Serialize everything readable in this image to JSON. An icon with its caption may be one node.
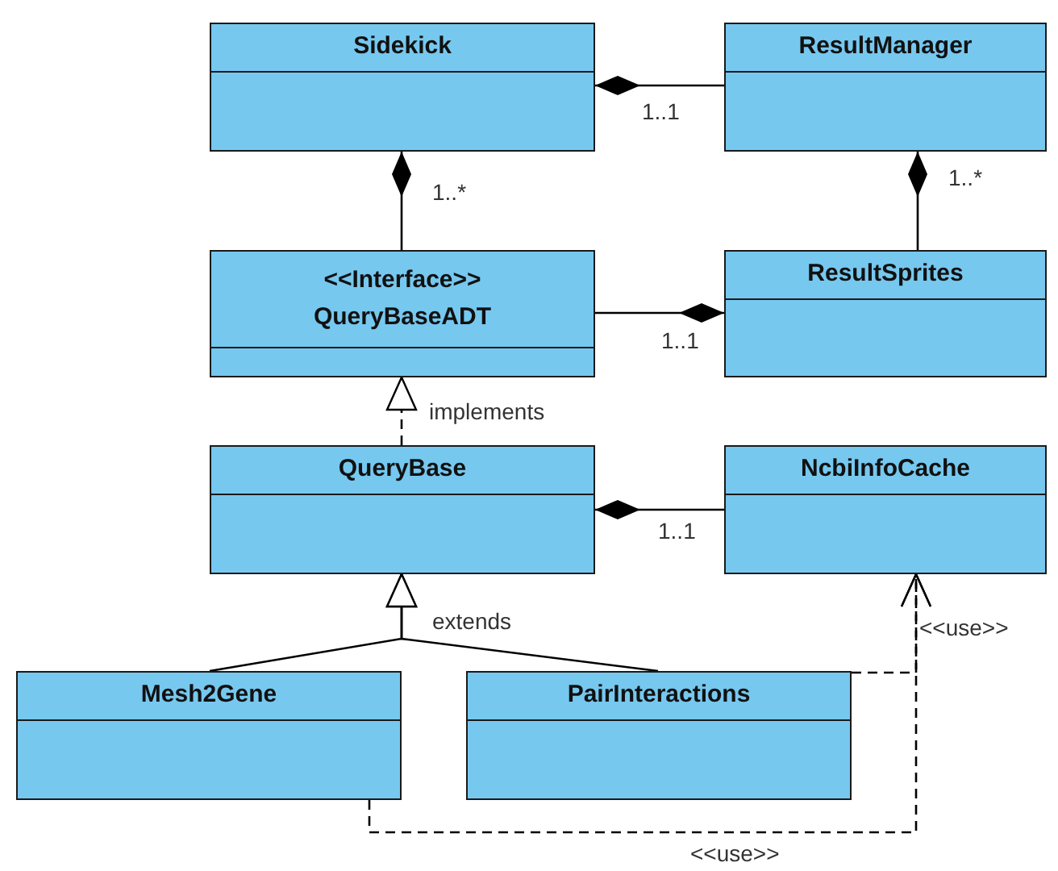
{
  "diagram": {
    "nodes": [
      {
        "text": [
          "Sidekick"
        ]
      },
      {
        "text": [
          "ResultManager"
        ]
      },
      {
        "text": [
          "<<Interface>>",
          "QueryBaseADT"
        ]
      },
      {
        "text": [
          "ResultSprites"
        ]
      },
      {
        "text": [
          "QueryBase"
        ]
      },
      {
        "text": [
          "NcbiInfoCache"
        ]
      },
      {
        "text": [
          "Mesh2Gene"
        ]
      },
      {
        "text": [
          "PairInteractions"
        ]
      }
    ],
    "edges": [
      {
        "from": 1,
        "to": 0,
        "arrow": "other",
        "label": "1..1"
      },
      {
        "from": 2,
        "to": 0,
        "arrow": "other",
        "label": "1..*"
      },
      {
        "from": 3,
        "to": 1,
        "arrow": "other",
        "label": "1..*"
      },
      {
        "from": 2,
        "to": 3,
        "arrow": "other",
        "label": "1..1"
      },
      {
        "from": 4,
        "to": 2,
        "arrow": "to",
        "label": "implements",
        "style": "dashed"
      },
      {
        "from": 5,
        "to": 4,
        "arrow": "other",
        "label": "1..1"
      },
      {
        "from": 6,
        "to": 4,
        "arrow": "to",
        "label": "extends"
      },
      {
        "from": 7,
        "to": 4,
        "arrow": "to"
      },
      {
        "from": 7,
        "to": 5,
        "arrow": "to",
        "label": "<<use>>",
        "style": "dashed"
      },
      {
        "from": 6,
        "to": 5,
        "arrow": "to",
        "label": "<<use>>",
        "style": "dashed"
      }
    ]
  }
}
